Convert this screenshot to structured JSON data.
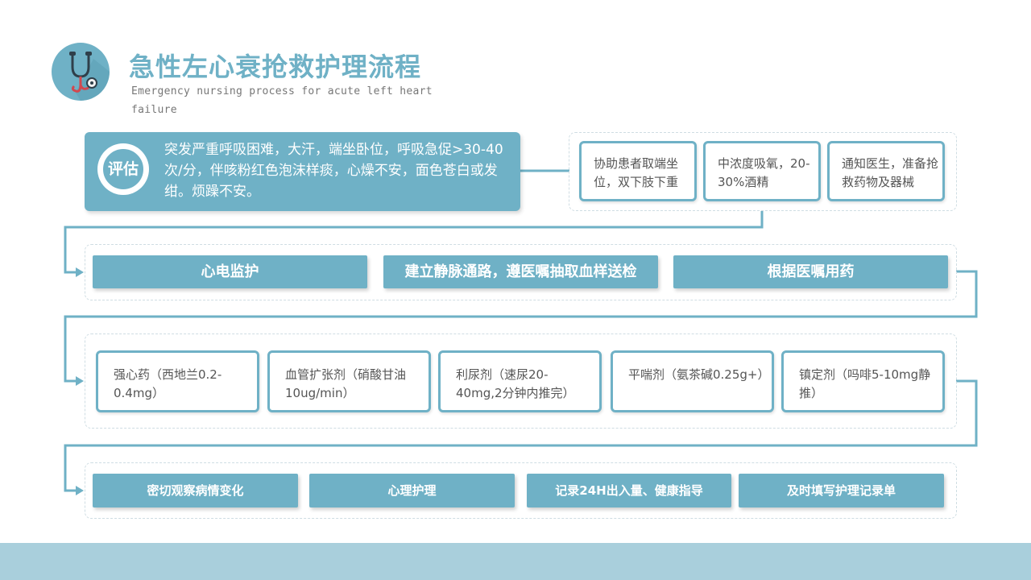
{
  "header": {
    "title": "急性左心衰抢救护理流程",
    "subtitle": "Emergency nursing process for acute left heart failure",
    "logo_icon": "stethoscope-icon"
  },
  "assessment": {
    "badge": "评估",
    "text": "突发严重呼吸困难，大汗，端坐卧位，呼吸急促>30-40 次/分，伴咳粉红色泡沫样痰，心燥不安，面色苍白或发绀。烦躁不安。"
  },
  "step1": [
    "协助患者取端坐位，双下肢下重",
    "中浓度吸氧，20-30%酒精",
    "通知医生，准备抢救药物及器械"
  ],
  "step2": [
    "心电监护",
    "建立静脉通路，遵医嘱抽取血样送检",
    "根据医嘱用药"
  ],
  "step3": [
    "强心药（西地兰0.2-0.4mg）",
    "血管扩张剂（硝酸甘油10ug/min）",
    "利尿剂（速尿20-40mg,2分钟内推完）",
    "平喘剂（氨茶碱0.25g+）",
    "镇定剂（吗啡5-10mg静推）"
  ],
  "step4": [
    "密切观察病情变化",
    "心理护理",
    "记录24H出入量、健康指导",
    "及时填写护理记录单"
  ],
  "colors": {
    "accent": "#6fb1c6",
    "footer": "#a9cfdc",
    "dash": "#cfdde3"
  }
}
